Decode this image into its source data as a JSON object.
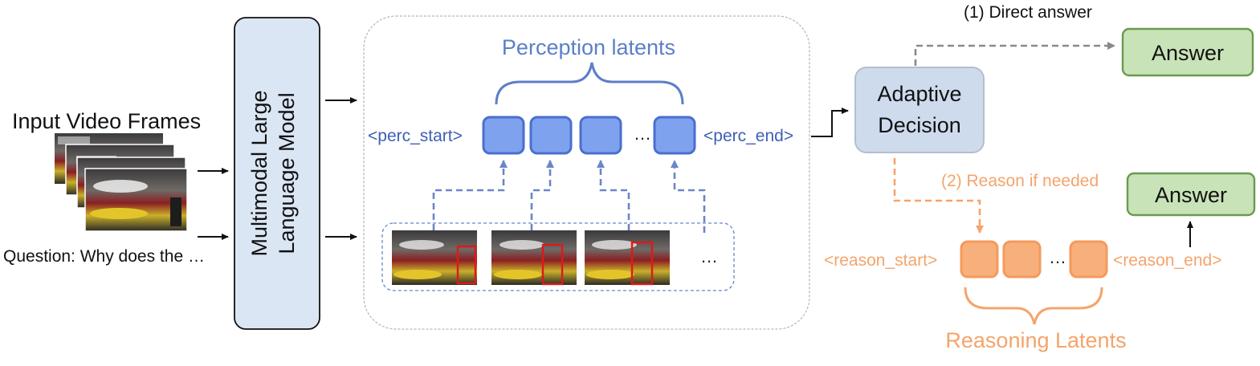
{
  "input": {
    "frames_label": "Input Video Frames",
    "question": "Question: Why does the …"
  },
  "mllm": {
    "line1": "Multimodal Large",
    "line2": "Language Model"
  },
  "perception": {
    "title": "Perception latents",
    "start_token": "<perc_start>",
    "end_token": "<perc_end>",
    "ellipsis": "…",
    "frames_ellipsis": "…"
  },
  "decision": {
    "line1": "Adaptive",
    "line2": "Decision"
  },
  "paths": {
    "direct": "(1) Direct answer",
    "reason": "(2) Reason if needed",
    "answer_top": "Answer",
    "answer_bottom": "Answer"
  },
  "reasoning": {
    "title": "Reasoning Latents",
    "start_token": "<reason_start>",
    "end_token": "<reason_end>",
    "ellipsis": "…"
  },
  "colors": {
    "perception_blue": "#5b7fc9",
    "latent_fill_blue": "#7fa2ef",
    "reason_orange": "#f4a46c",
    "latent_fill_orange": "#f7b07c",
    "answer_green_fill": "#c9e3b8",
    "answer_green_stroke": "#6a9a4f",
    "decision_fill": "#cddbed",
    "mllm_fill": "#dbe6f5"
  }
}
